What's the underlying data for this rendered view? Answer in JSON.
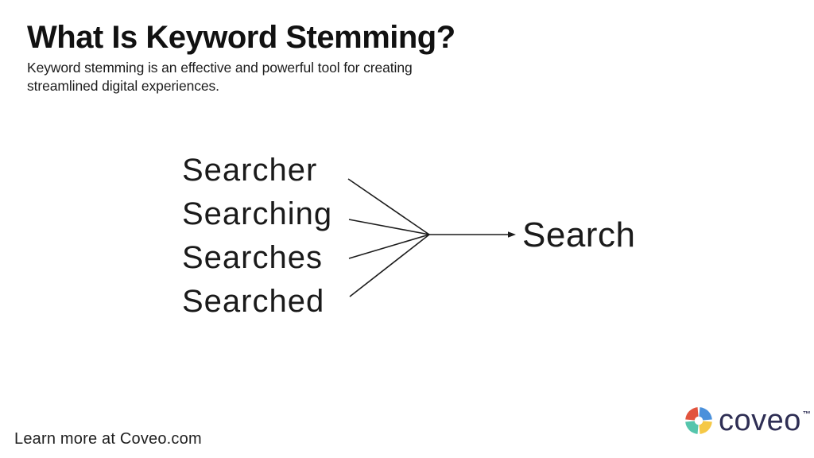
{
  "page": {
    "background": "#ffffff"
  },
  "header": {
    "title": "What Is Keyword Stemming?",
    "subtitle_lines": [
      "Keyword stemming is an effective and powerful tool for creating",
      "streamlined digital experiences."
    ]
  },
  "diagram": {
    "variant_words": [
      "Searcher",
      "Searching",
      "Searches",
      "Searched"
    ],
    "stem_word": "Search",
    "arrow_color": "#1c1c1c"
  },
  "footer": {
    "learn_more_text": "Learn more at Coveo.com",
    "logo": {
      "brand_text": "coveo",
      "trademark": "™",
      "text_color": "#2E2E54",
      "mark_colors": {
        "red": "#E2543E",
        "blue": "#4A90DB",
        "teal": "#55C5AC",
        "yellow": "#F5C846"
      }
    }
  }
}
